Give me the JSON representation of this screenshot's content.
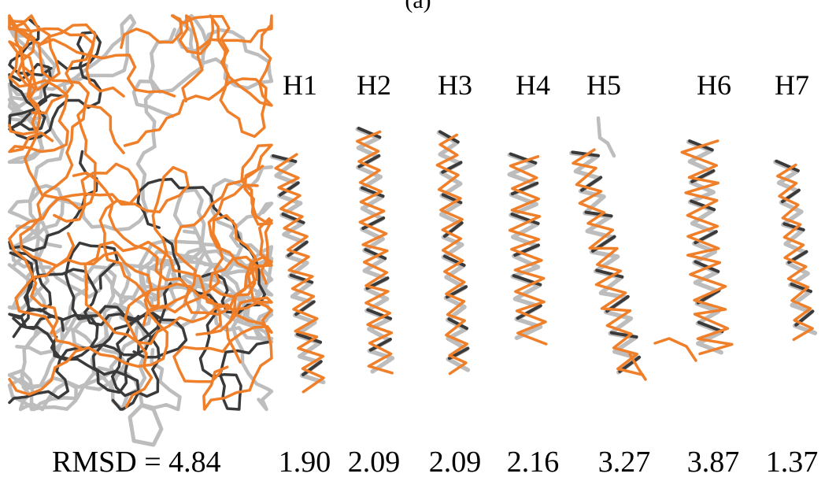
{
  "figure": {
    "panel_label": "(a)",
    "rmsd_prefix": "RMSD = 4.84",
    "helices": [
      {
        "label": "H1",
        "rmsd": "1.90"
      },
      {
        "label": "H2",
        "rmsd": "2.09"
      },
      {
        "label": "H3",
        "rmsd": "2.09"
      },
      {
        "label": "H4",
        "rmsd": "2.16"
      },
      {
        "label": "H5",
        "rmsd": "3.27"
      },
      {
        "label": "H6",
        "rmsd": "3.87"
      },
      {
        "label": "H7",
        "rmsd": "1.37"
      }
    ],
    "colors": {
      "predicted": "#f07f2a",
      "native_dark": "#3a3a3a",
      "native_light": "#bdbdbd"
    }
  }
}
